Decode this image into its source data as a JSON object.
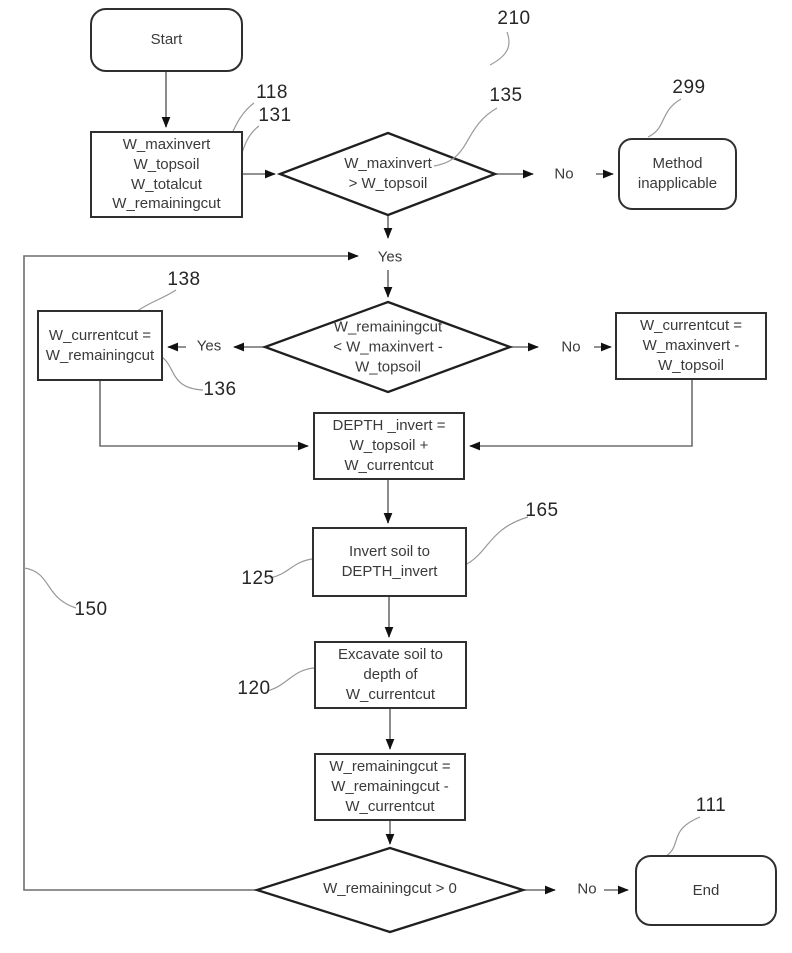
{
  "figure_type": "flowchart",
  "colors": {
    "background": "#ffffff",
    "shape_border": "#2f2f2f",
    "connector_line": "#6e6e6e",
    "arrowhead": "#111111",
    "leader_line": "#999999",
    "text": "#3a3a3a"
  },
  "nodes": {
    "start": {
      "label": "Start"
    },
    "params": {
      "label": "W_maxinvert\nW_topsoil\nW_totalcut\nW_remainingcut"
    },
    "decision_maxinvert": {
      "label": "W_maxinvert\n> W_topsoil"
    },
    "method_inapplicable": {
      "label": "Method\ninapplicable"
    },
    "decision_remainingcut": {
      "label": "W_remainingcut\n< W_maxinvert -\nW_topsoil"
    },
    "assign_from_remainingcut": {
      "label": "W_currentcut =\nW_remainingcut"
    },
    "assign_from_maxinvert": {
      "label": "W_currentcut =\nW_maxinvert -\nW_topsoil"
    },
    "depth_invert": {
      "label": "DEPTH _invert =\nW_topsoil +\nW_currentcut"
    },
    "invert_soil": {
      "label": "Invert soil to\nDEPTH_invert"
    },
    "excavate_soil": {
      "label": "Excavate soil to\ndepth of\nW_currentcut"
    },
    "update_remainingcut": {
      "label": "W_remainingcut =\nW_remainingcut -\nW_currentcut"
    },
    "decision_loop": {
      "label": "W_remainingcut > 0"
    },
    "end": {
      "label": "End"
    }
  },
  "edge_labels": {
    "yes_top": "Yes",
    "no_top": "No",
    "yes_mid": "Yes",
    "no_mid": "No",
    "no_bottom": "No"
  },
  "ref_labels": {
    "r210": "210",
    "r118": "118",
    "r131": "131",
    "r135": "135",
    "r299": "299",
    "r138": "138",
    "r136": "136",
    "r150": "150",
    "r125": "125",
    "r165": "165",
    "r120": "120",
    "r111": "111"
  }
}
